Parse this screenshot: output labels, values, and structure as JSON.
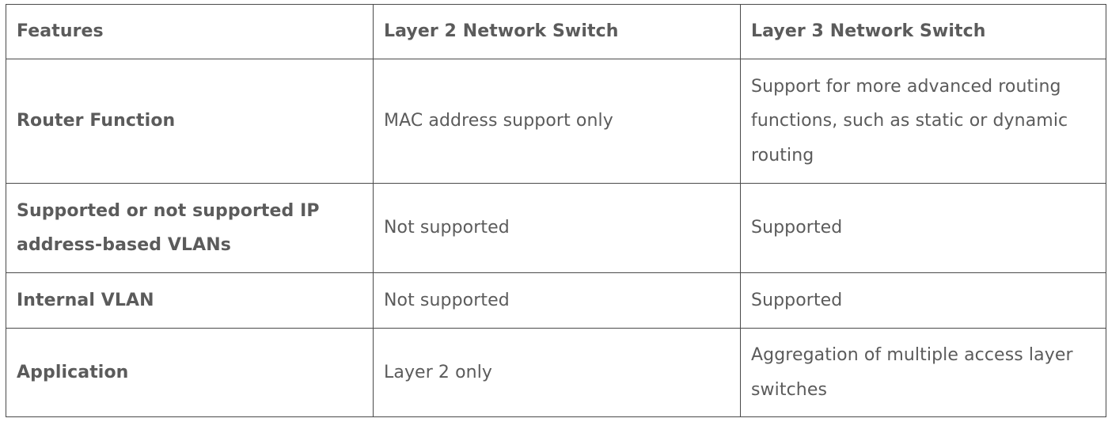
{
  "table": {
    "headers": [
      "Features",
      "Layer 2 Network Switch",
      "Layer 3 Network Switch"
    ],
    "rows": [
      {
        "feature": "Router Function",
        "layer2": "MAC address support only",
        "layer3": "Support for more advanced routing functions, such as static or dynamic routing"
      },
      {
        "feature": "Supported or not supported IP address-based VLANs",
        "layer2": "Not supported",
        "layer3": "Supported"
      },
      {
        "feature": "Internal VLAN",
        "layer2": "Not supported",
        "layer3": "Supported"
      },
      {
        "feature": "Application",
        "layer2": "Layer 2 only",
        "layer3": "Aggregation of multiple access layer switches"
      }
    ]
  },
  "colors": {
    "text": "#5b5b5b",
    "border": "#4a4a4a",
    "background": "#ffffff"
  }
}
